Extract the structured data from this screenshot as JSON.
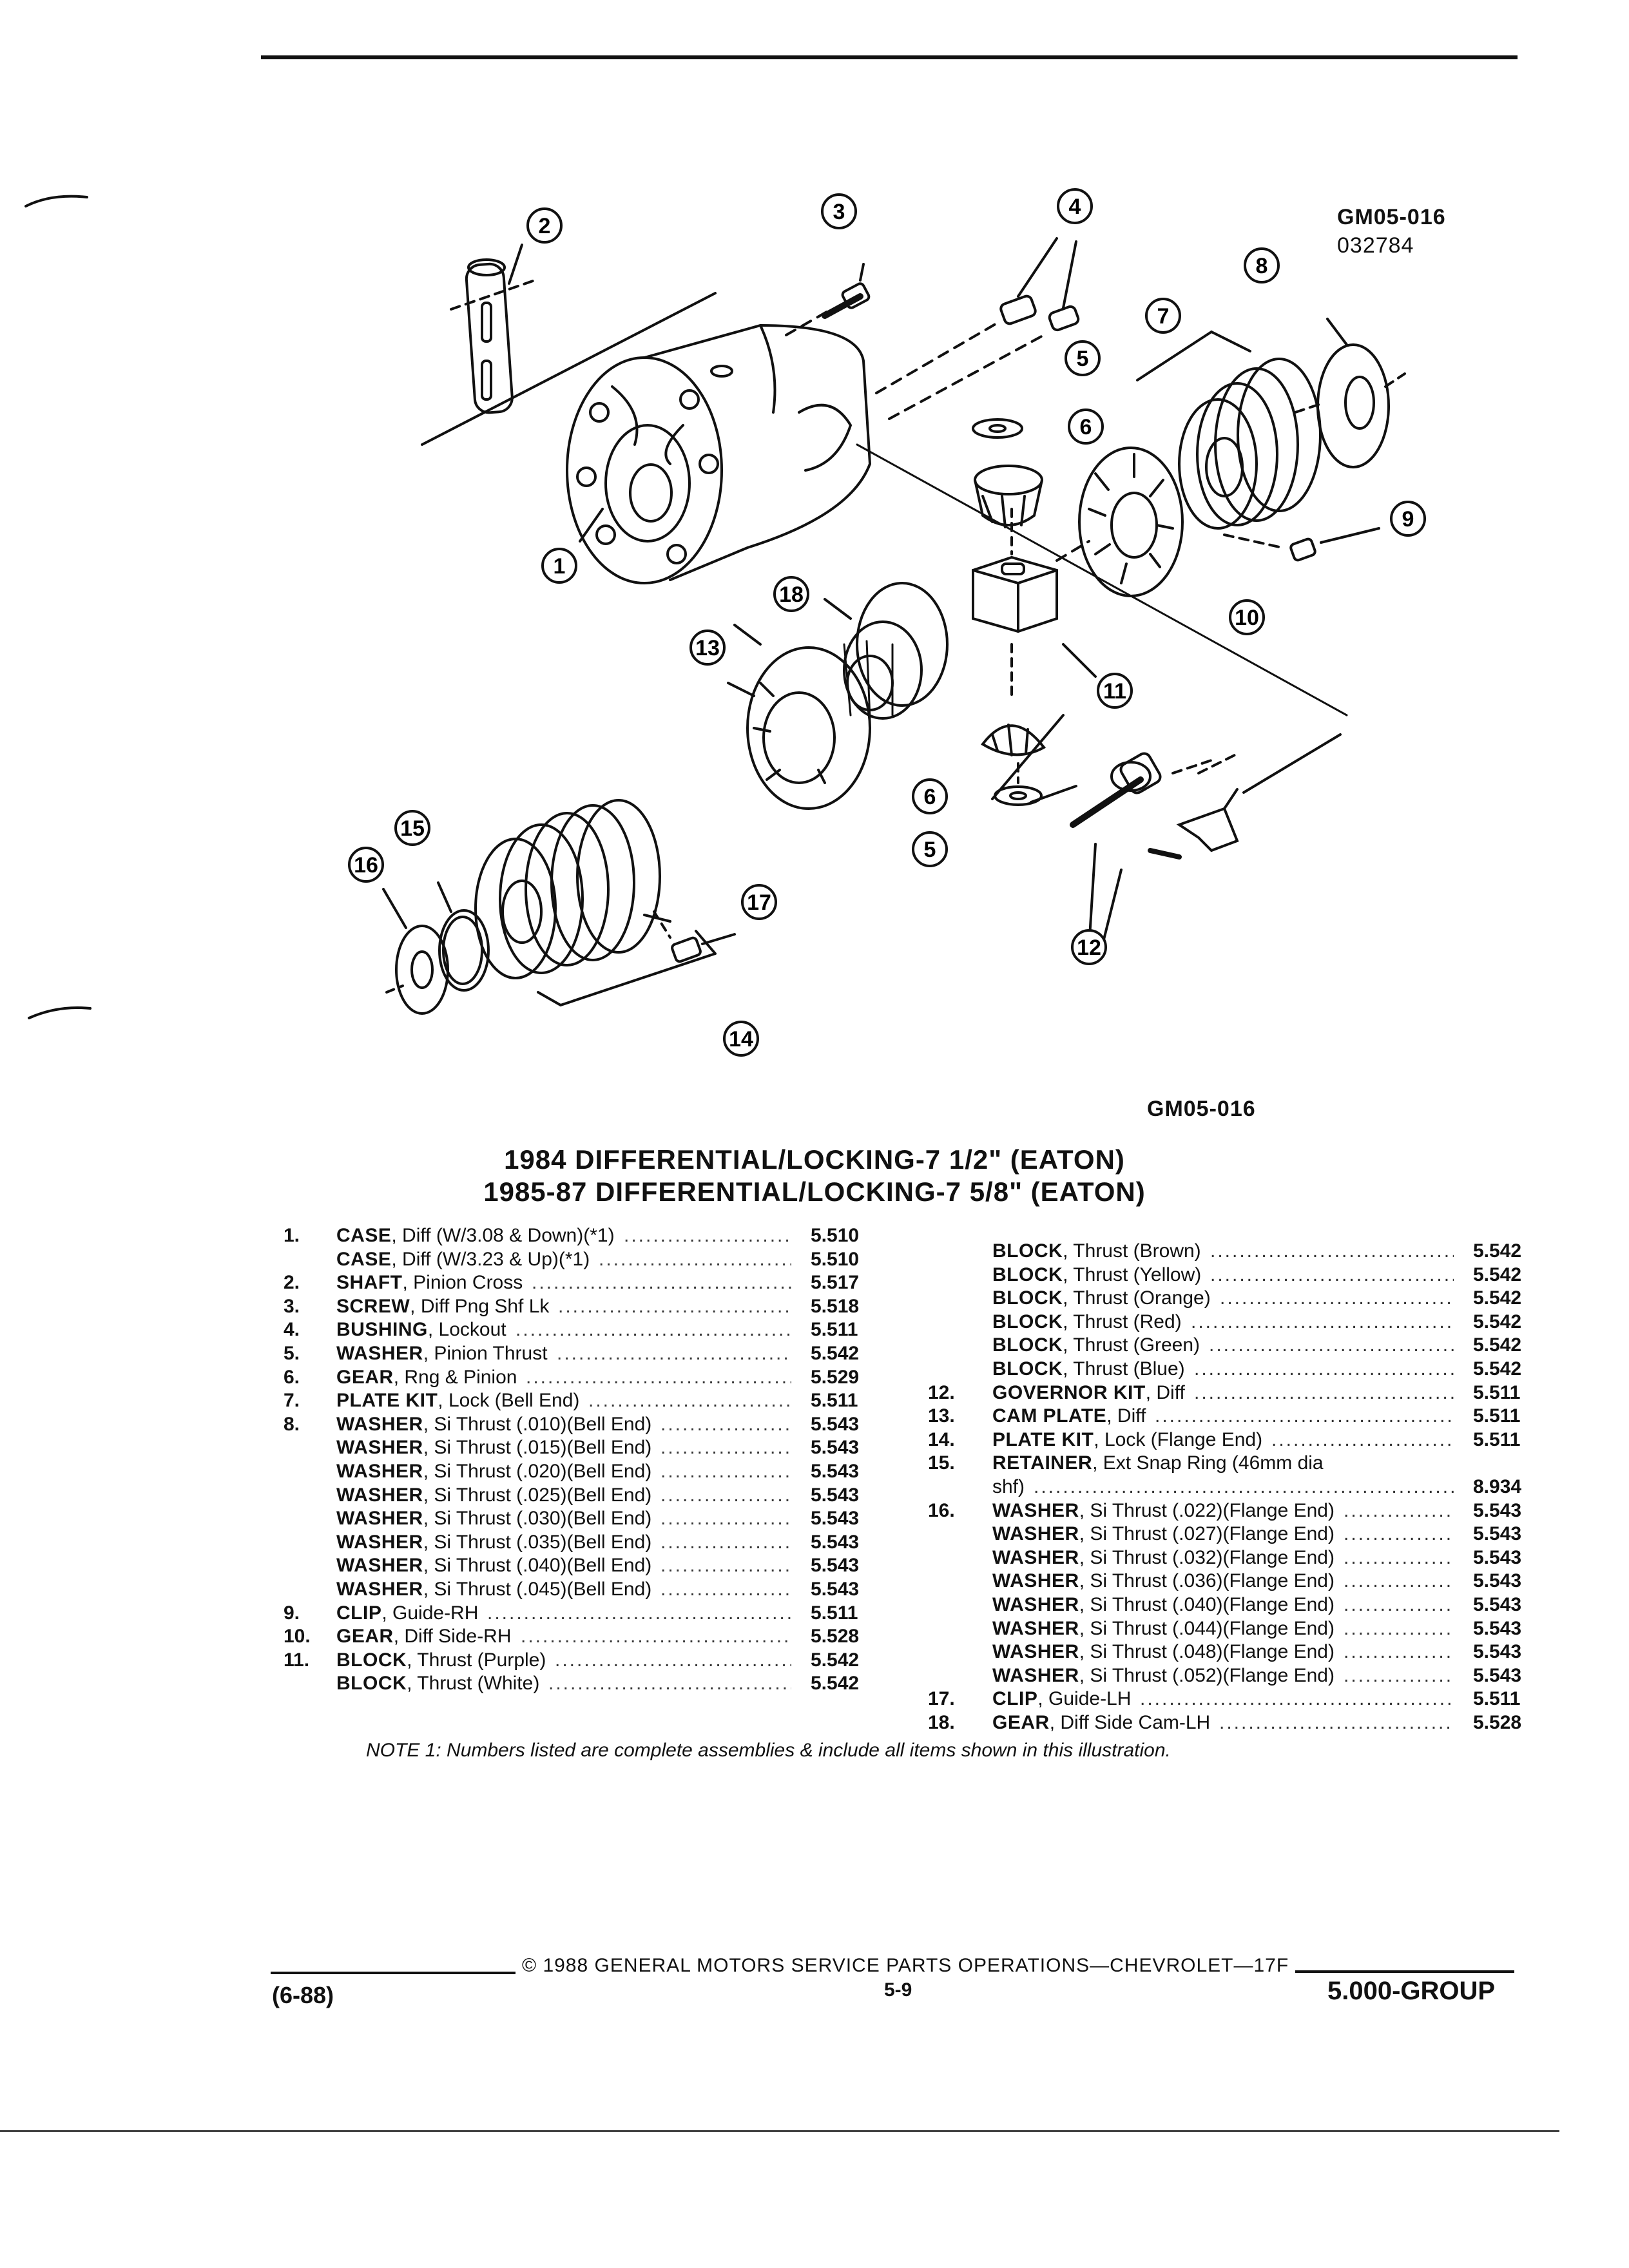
{
  "figure": {
    "code": "GM05-016",
    "date_code": "032784",
    "bottom_code": "GM05-016",
    "callouts": [
      "1",
      "2",
      "3",
      "4",
      "5",
      "6",
      "7",
      "8",
      "9",
      "10",
      "11",
      "12",
      "13",
      "14",
      "15",
      "16",
      "17",
      "18",
      "5",
      "6"
    ]
  },
  "titles": {
    "line1": "1984 DIFFERENTIAL/LOCKING-7 1/2\" (EATON)",
    "line2": "1985-87 DIFFERENTIAL/LOCKING-7 5/8\" (EATON)"
  },
  "parts_left": [
    {
      "num": "1.",
      "name": "CASE",
      "desc": ", Diff (W/3.08 & Down)(*1)",
      "value": "5.510"
    },
    {
      "num": "",
      "name": "CASE",
      "desc": ", Diff (W/3.23 & Up)(*1)",
      "value": "5.510"
    },
    {
      "num": "2.",
      "name": "SHAFT",
      "desc": ", Pinion Cross",
      "value": "5.517"
    },
    {
      "num": "3.",
      "name": "SCREW",
      "desc": ", Diff Png Shf Lk",
      "value": "5.518"
    },
    {
      "num": "4.",
      "name": "BUSHING",
      "desc": ", Lockout",
      "value": "5.511"
    },
    {
      "num": "5.",
      "name": "WASHER",
      "desc": ", Pinion Thrust",
      "value": "5.542"
    },
    {
      "num": "6.",
      "name": "GEAR",
      "desc": ", Rng & Pinion",
      "value": "5.529"
    },
    {
      "num": "7.",
      "name": "PLATE KIT",
      "desc": ", Lock (Bell End)",
      "value": "5.511"
    },
    {
      "num": "8.",
      "name": "WASHER",
      "desc": ", Si Thrust (.010)(Bell End)",
      "value": "5.543"
    },
    {
      "num": "",
      "name": "WASHER",
      "desc": ", Si Thrust (.015)(Bell End)",
      "value": "5.543"
    },
    {
      "num": "",
      "name": "WASHER",
      "desc": ", Si Thrust (.020)(Bell End)",
      "value": "5.543"
    },
    {
      "num": "",
      "name": "WASHER",
      "desc": ", Si Thrust (.025)(Bell End)",
      "value": "5.543"
    },
    {
      "num": "",
      "name": "WASHER",
      "desc": ", Si Thrust (.030)(Bell End)",
      "value": "5.543"
    },
    {
      "num": "",
      "name": "WASHER",
      "desc": ", Si Thrust (.035)(Bell End)",
      "value": "5.543"
    },
    {
      "num": "",
      "name": "WASHER",
      "desc": ", Si Thrust (.040)(Bell End)",
      "value": "5.543"
    },
    {
      "num": "",
      "name": "WASHER",
      "desc": ", Si Thrust (.045)(Bell End)",
      "value": "5.543"
    },
    {
      "num": "9.",
      "name": "CLIP",
      "desc": ", Guide-RH",
      "value": "5.511"
    },
    {
      "num": "10.",
      "name": "GEAR",
      "desc": ", Diff Side-RH",
      "value": "5.528"
    },
    {
      "num": "11.",
      "name": "BLOCK",
      "desc": ", Thrust (Purple)",
      "value": "5.542"
    },
    {
      "num": "",
      "name": "BLOCK",
      "desc": ", Thrust (White)",
      "value": "5.542"
    }
  ],
  "parts_right": [
    {
      "num": "",
      "name": "BLOCK",
      "desc": ", Thrust (Brown)",
      "value": "5.542"
    },
    {
      "num": "",
      "name": "BLOCK",
      "desc": ", Thrust (Yellow)",
      "value": "5.542"
    },
    {
      "num": "",
      "name": "BLOCK",
      "desc": ", Thrust (Orange)",
      "value": "5.542"
    },
    {
      "num": "",
      "name": "BLOCK",
      "desc": ", Thrust (Red)",
      "value": "5.542"
    },
    {
      "num": "",
      "name": "BLOCK",
      "desc": ", Thrust (Green)",
      "value": "5.542"
    },
    {
      "num": "",
      "name": "BLOCK",
      "desc": ", Thrust (Blue)",
      "value": "5.542"
    },
    {
      "num": "12.",
      "name": "GOVERNOR KIT",
      "desc": ", Diff",
      "value": "5.511"
    },
    {
      "num": "13.",
      "name": "CAM PLATE",
      "desc": ", Diff",
      "value": "5.511"
    },
    {
      "num": "14.",
      "name": "PLATE KIT",
      "desc": ", Lock (Flange End)",
      "value": "5.511"
    },
    {
      "num": "15.",
      "name": "RETAINER",
      "desc": ", Ext Snap Ring (46mm dia",
      "value": ""
    },
    {
      "num": "",
      "name": "",
      "desc": "shf)",
      "value": "8.934"
    },
    {
      "num": "16.",
      "name": "WASHER",
      "desc": ", Si Thrust (.022)(Flange End)",
      "value": "5.543"
    },
    {
      "num": "",
      "name": "WASHER",
      "desc": ", Si Thrust (.027)(Flange End)",
      "value": "5.543"
    },
    {
      "num": "",
      "name": "WASHER",
      "desc": ", Si Thrust (.032)(Flange End)",
      "value": "5.543"
    },
    {
      "num": "",
      "name": "WASHER",
      "desc": ", Si Thrust (.036)(Flange End)",
      "value": "5.543"
    },
    {
      "num": "",
      "name": "WASHER",
      "desc": ", Si Thrust (.040)(Flange End)",
      "value": "5.543"
    },
    {
      "num": "",
      "name": "WASHER",
      "desc": ", Si Thrust (.044)(Flange End)",
      "value": "5.543"
    },
    {
      "num": "",
      "name": "WASHER",
      "desc": ", Si Thrust (.048)(Flange End)",
      "value": "5.543"
    },
    {
      "num": "",
      "name": "WASHER",
      "desc": ", Si Thrust (.052)(Flange End)",
      "value": "5.543"
    },
    {
      "num": "17.",
      "name": "CLIP",
      "desc": ", Guide-LH",
      "value": "5.511"
    },
    {
      "num": "18.",
      "name": "GEAR",
      "desc": ", Diff Side Cam-LH",
      "value": "5.528"
    }
  ],
  "note": "NOTE 1: Numbers listed are complete assemblies & include all items shown in this illustration.",
  "footer": {
    "copyright": "© 1988 GENERAL MOTORS SERVICE PARTS OPERATIONS—CHEVROLET—17F",
    "page": "5-9",
    "date": "(6-88)",
    "group": "5.000-GROUP"
  }
}
